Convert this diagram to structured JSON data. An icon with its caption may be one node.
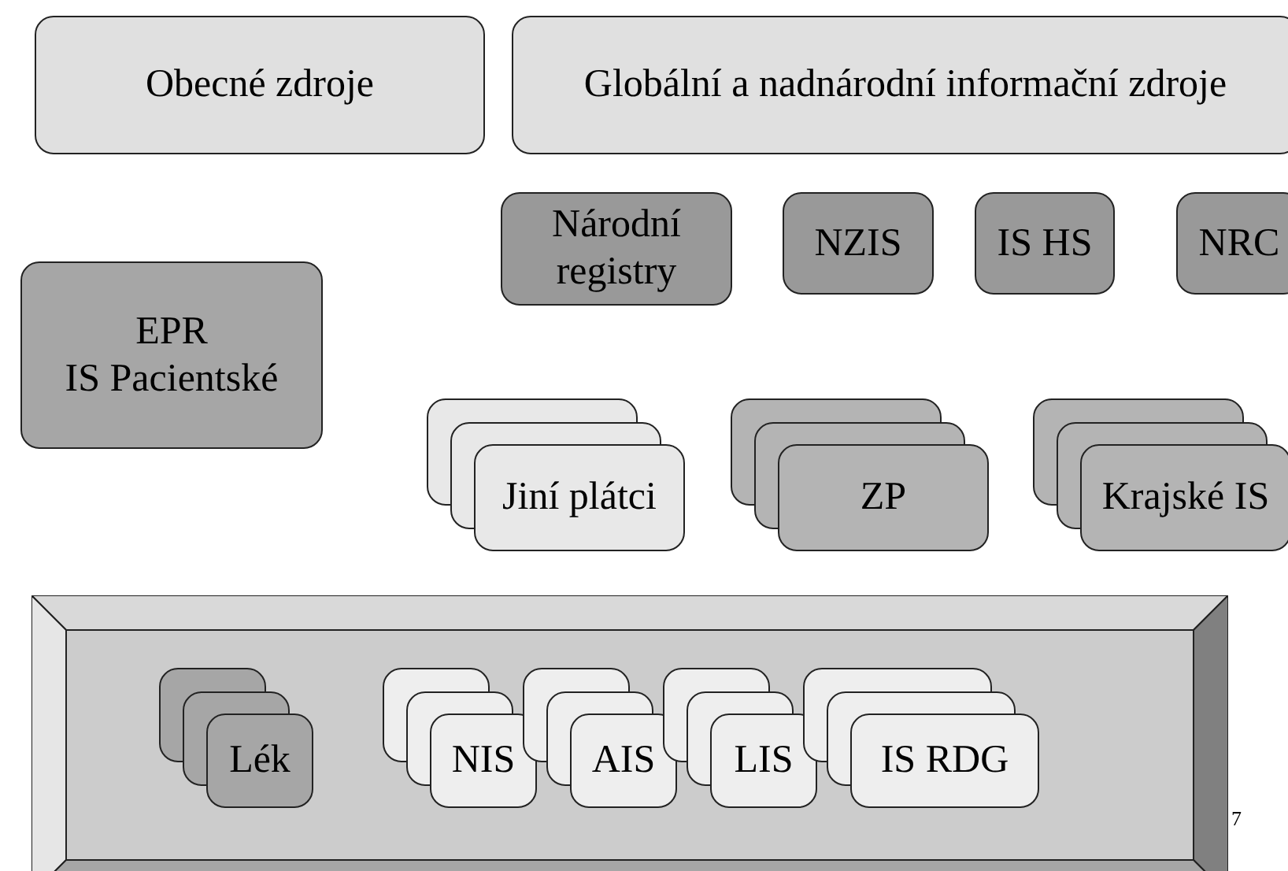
{
  "diagram": {
    "nodes": [
      {
        "text": [
          "Obecné zdroje"
        ]
      },
      {
        "text": [
          "Globální a nadnárodní informační zdroje"
        ]
      },
      {
        "text": [
          "Národní registry"
        ]
      },
      {
        "text": [
          "NZIS"
        ]
      },
      {
        "text": [
          "IS HS"
        ]
      },
      {
        "text": [
          "NRC"
        ]
      },
      {
        "text": [
          "EPR",
          "IS Pacientské"
        ]
      },
      {
        "text": [
          "Jiní plátci"
        ]
      },
      {
        "text": [
          "ZP"
        ]
      },
      {
        "text": [
          "Krajské IS"
        ]
      },
      {
        "text": [],
        "shape": "box"
      },
      {
        "text": [
          "Lék"
        ],
        "in": 10
      },
      {
        "text": [
          "NIS"
        ],
        "in": 10
      },
      {
        "text": [
          "AIS"
        ],
        "in": 10
      },
      {
        "text": [
          "LIS"
        ],
        "in": 10
      },
      {
        "text": [
          "IS RDG"
        ],
        "in": 10
      }
    ],
    "edges": [],
    "labels": [
      "7"
    ]
  }
}
